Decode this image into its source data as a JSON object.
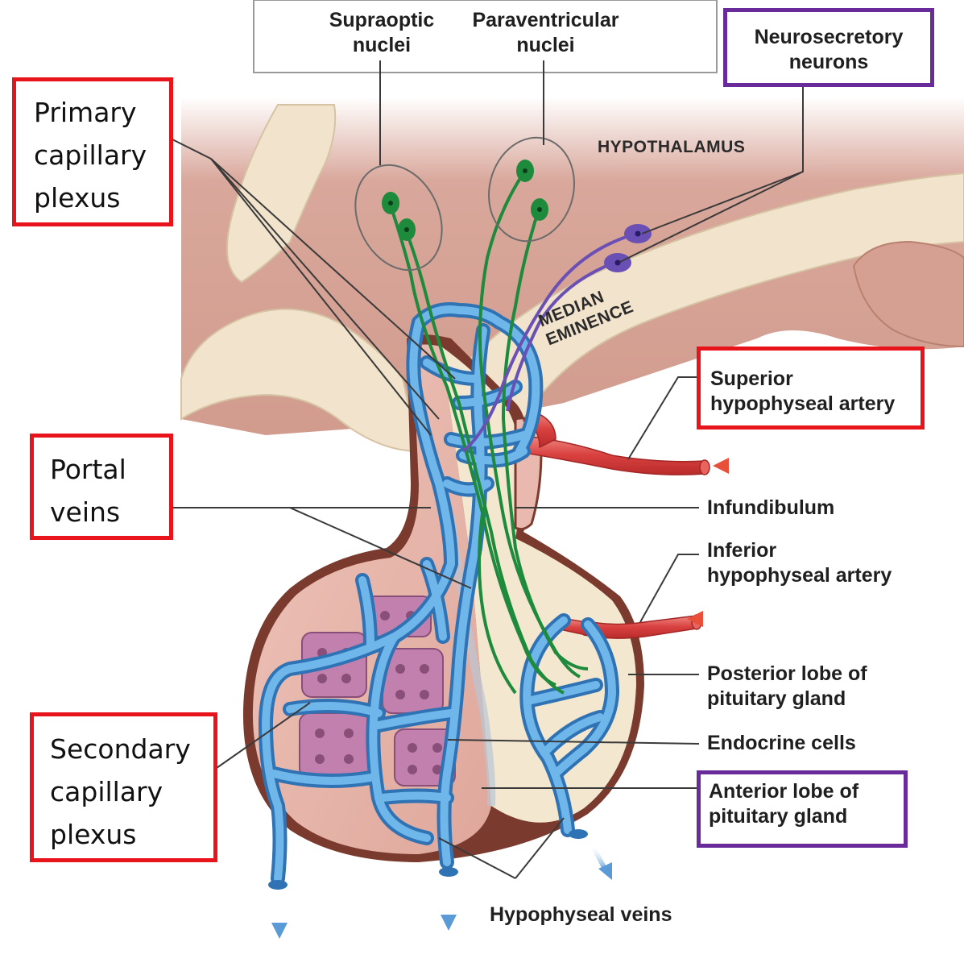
{
  "colors": {
    "hypothalamus": "#d9a79b",
    "tissue": "#f1e3cc",
    "pituitary_outline": "#7a3b2e",
    "anterior_lobe": "#e9b8ae",
    "posterior_lobe": "#f3e7cf",
    "vessel_blue": "#3f8fd2",
    "vessel_blue_light": "#6fb6ea",
    "artery_red": "#e0514e",
    "neuron_green": "#1e8a3c",
    "neuron_purple": "#6a50b4",
    "cell_purple": "#b979a8",
    "box_red": "#e8141c",
    "box_purple": "#6a2b9a"
  },
  "labels": {
    "supraoptic": [
      "Supraoptic",
      "nuclei"
    ],
    "paraventricular": [
      "Paraventricular",
      "nuclei"
    ],
    "neurosecretory": [
      "Neurosecretory",
      "neurons"
    ],
    "primary_capillary": [
      "Primary",
      "capillary",
      "plexus"
    ],
    "hypothalamus": "HYPOTHALAMUS",
    "median_eminence": [
      "MEDIAN",
      "EMINENCE"
    ],
    "superior_artery": [
      "Superior",
      "hypophyseal artery"
    ],
    "portal_veins": [
      "Portal",
      "veins"
    ],
    "infundibulum": "Infundibulum",
    "inferior_artery": [
      "Inferior",
      "hypophyseal artery"
    ],
    "posterior_lobe": [
      "Posterior lobe of",
      "pituitary gland"
    ],
    "endocrine_cells": "Endocrine cells",
    "secondary_capillary": [
      "Secondary",
      "capillary",
      "plexus"
    ],
    "anterior_lobe": [
      "Anterior lobe of",
      "pituitary gland"
    ],
    "hypophyseal_veins": "Hypophyseal veins"
  }
}
